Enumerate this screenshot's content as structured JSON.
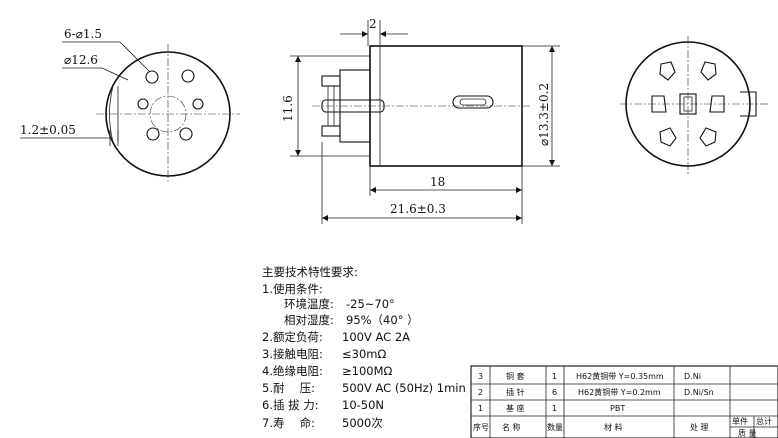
{
  "drawing": {
    "left_view": {
      "hole_spec": "6-⌀1.5",
      "diameter": "⌀12.6",
      "flat": "1.2±0.05"
    },
    "middle_view": {
      "top_dim": "2",
      "left_height": "11.6",
      "right_diameter": "⌀13.3±0.2",
      "length_inner": "18",
      "length_total": "21.6±0.3"
    }
  },
  "requirements": {
    "title": "主要技术特性要求:",
    "items": [
      {
        "label": "1.使用条件:",
        "value": ""
      },
      {
        "label": "环境温度:",
        "value": "-25~70°"
      },
      {
        "label": "相对湿度:",
        "value": "95%（40° ）"
      },
      {
        "label": "2.额定负荷:",
        "value": "100V AC 2A"
      },
      {
        "label": "3.接触电阻:",
        "value": "≤30mΩ"
      },
      {
        "label": "4.绝缘电阻:",
        "value": "≥100MΩ"
      },
      {
        "label": "5.耐　 压:",
        "value": "500V AC (50Hz) 1min"
      },
      {
        "label": "6.插 拔 力:",
        "value": "10-50N"
      },
      {
        "label": "7.寿　 命:",
        "value": "5000次"
      }
    ]
  },
  "parts_table": {
    "rows": [
      {
        "no": "3",
        "name": "铜 套",
        "qty": "1",
        "material": "H62黄铜带 Y=0.35mm",
        "treatment": "D.Ni"
      },
      {
        "no": "2",
        "name": "插 针",
        "qty": "6",
        "material": "H62黄铜带 Y=0.2mm",
        "treatment": "D.Ni/Sn"
      },
      {
        "no": "1",
        "name": "基 座",
        "qty": "1",
        "material": "PBT",
        "treatment": ""
      }
    ],
    "header": {
      "no": "序号",
      "name": "名 称",
      "qty": "数量",
      "material": "材 料",
      "treatment": "处 理",
      "unit_mass": "单件",
      "total_mass": "总计",
      "mass": "质 量"
    }
  }
}
